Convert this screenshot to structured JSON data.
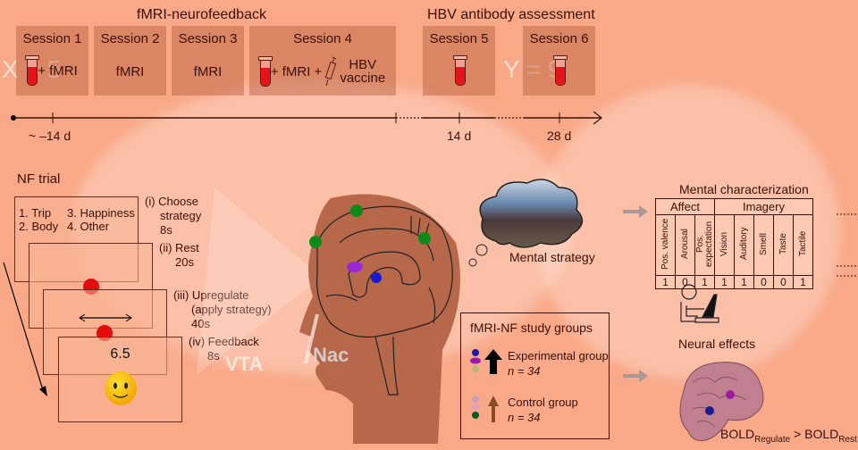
{
  "timeline": {
    "phase_labels": {
      "neurofeedback": "fMRI-neurofeedback",
      "antibody": "HBV antibody assessment"
    },
    "sessions": [
      {
        "title": "Session 1",
        "content": "+ fMRI",
        "has_tube": true,
        "has_vaccine": false
      },
      {
        "title": "Session 2",
        "content": "fMRI",
        "has_tube": false,
        "has_vaccine": false
      },
      {
        "title": "Session 3",
        "content": "fMRI",
        "has_tube": false,
        "has_vaccine": false
      },
      {
        "title": "Session 4",
        "content": "+ fMRI +",
        "has_tube": true,
        "has_vaccine": true,
        "vaccine_label_1": "HBV",
        "vaccine_label_2": "vaccine"
      },
      {
        "title": "Session 5",
        "content": "",
        "has_tube": true,
        "has_vaccine": false
      },
      {
        "title": "Session 6",
        "content": "",
        "has_tube": true,
        "has_vaccine": false
      }
    ],
    "ticks": [
      "~ –14 d",
      "14 d",
      "28 d"
    ]
  },
  "background_labels": {
    "x": "X = 5",
    "y": "Y = 9",
    "vta": "VTA",
    "nac": "Nac"
  },
  "nf_trial": {
    "title": "NF trial",
    "options": [
      "1. Trip",
      "3. Happiness",
      "2. Body",
      "4. Other"
    ],
    "steps": [
      {
        "label": "(i) Choose",
        "line2": "strategy",
        "duration": "8s"
      },
      {
        "label": "(ii) Rest",
        "duration": "20s"
      },
      {
        "label": "(iii) Upregulate",
        "line2": "(apply strategy)",
        "duration": "40s"
      },
      {
        "label": "(iv) Feedback",
        "duration": "8s"
      }
    ],
    "feedback_value": "6.5"
  },
  "mental_strategy": {
    "label": "Mental strategy"
  },
  "mental_characterization": {
    "title": "Mental characterization",
    "groups": [
      {
        "name": "Affect",
        "columns": [
          "Pos. valence",
          "Arousal",
          "Pos. expectation"
        ]
      },
      {
        "name": "Imagery",
        "columns": [
          "Vision",
          "Auditory",
          "Smell",
          "Taste",
          "Tactile"
        ]
      }
    ],
    "values": [
      "1",
      "0",
      "1",
      "1",
      "1",
      "0",
      "0",
      "1"
    ]
  },
  "study_groups": {
    "title": "fMRI-NF study groups",
    "groups": [
      {
        "name": "Experimental group",
        "n": "n = 34",
        "arrow_color": "#000000",
        "dot_colors": [
          "#1a1aa0",
          "#9a1ab0",
          "#b8b870"
        ]
      },
      {
        "name": "Control group",
        "n": "n = 34",
        "arrow_color": "#8a4a28",
        "dot_colors": [
          "#c8a0b0",
          "#e8a0b0",
          "#0a5a1a"
        ]
      }
    ]
  },
  "neural_effects": {
    "label": "Neural effects",
    "formula_main_1": "BOLD",
    "formula_sub_1": "Regulate",
    "formula_op": ">",
    "formula_main_2": "BOLD",
    "formula_sub_2": "Rest"
  },
  "colors": {
    "background": "#f9a988",
    "session_box": "#d98a6c",
    "blood": "#e3141a",
    "roi_green": "#0f8a1a",
    "roi_purple": "#9a2ad8",
    "roi_blue": "#1a1ad0",
    "head": "#b8684a"
  }
}
